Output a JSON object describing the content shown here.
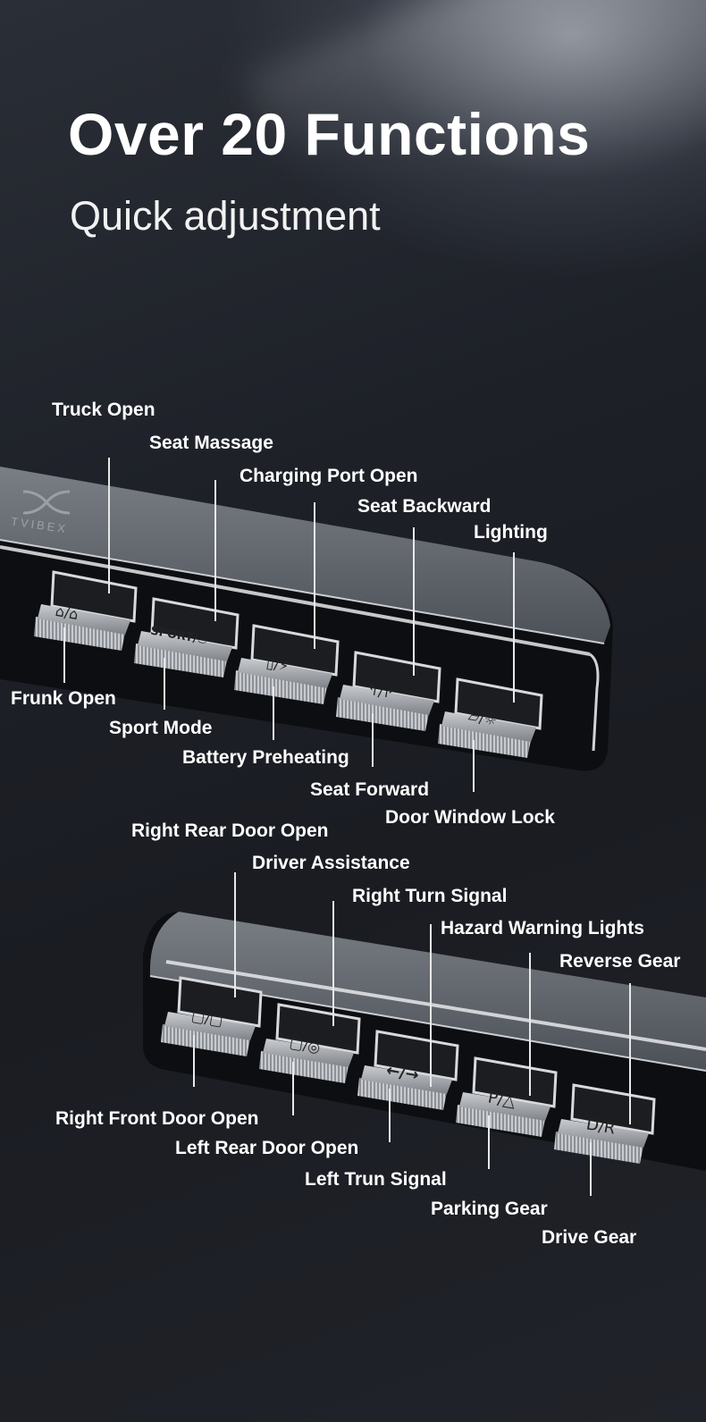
{
  "heading": {
    "title": "Over 20 Functions",
    "subtitle": "Quick adjustment"
  },
  "brand": {
    "logo_text": "TVIBEX"
  },
  "top_bar": {
    "upper_labels": [
      "Truck Open",
      "Seat Massage",
      "Charging Port Open",
      "Seat Backward",
      "Lighting"
    ],
    "lower_labels": [
      "Frunk Open",
      "Sport Mode",
      "Battery Preheating",
      "Seat Forward",
      "Door Window Lock"
    ],
    "buttons": [
      {
        "icon": "frunk-trunk-icon",
        "glyph": "⌂/⌂"
      },
      {
        "icon": "sport-massage-icon",
        "glyph": "SPORT/♨"
      },
      {
        "icon": "battery-charge-icon",
        "glyph": "▯/⚡"
      },
      {
        "icon": "seat-forward-backward-icon",
        "glyph": "↰/↱"
      },
      {
        "icon": "window-light-icon",
        "glyph": "▱/☼"
      }
    ]
  },
  "bottom_bar": {
    "upper_labels": [
      "Right Rear Door Open",
      "Driver Assistance",
      "Right Turn Signal",
      "Hazard Warning Lights",
      "Reverse Gear"
    ],
    "lower_labels": [
      "Right Front Door Open",
      "Left Rear Door Open",
      "Left Trun Signal",
      "Parking Gear",
      "Drive Gear"
    ],
    "buttons": [
      {
        "icon": "door-icon",
        "glyph": "▢/▢"
      },
      {
        "icon": "door-steering-icon",
        "glyph": "▢/◎"
      },
      {
        "icon": "turn-signal-icon",
        "glyph": "←/→"
      },
      {
        "icon": "parking-hazard-icon",
        "glyph": "P/△"
      },
      {
        "icon": "drive-reverse-icon",
        "glyph": "D/R"
      }
    ]
  },
  "colors": {
    "text": "#ffffff",
    "bar_top": "#5d6168",
    "bar_face": "#0c0d10",
    "button": "#a9adb3"
  }
}
